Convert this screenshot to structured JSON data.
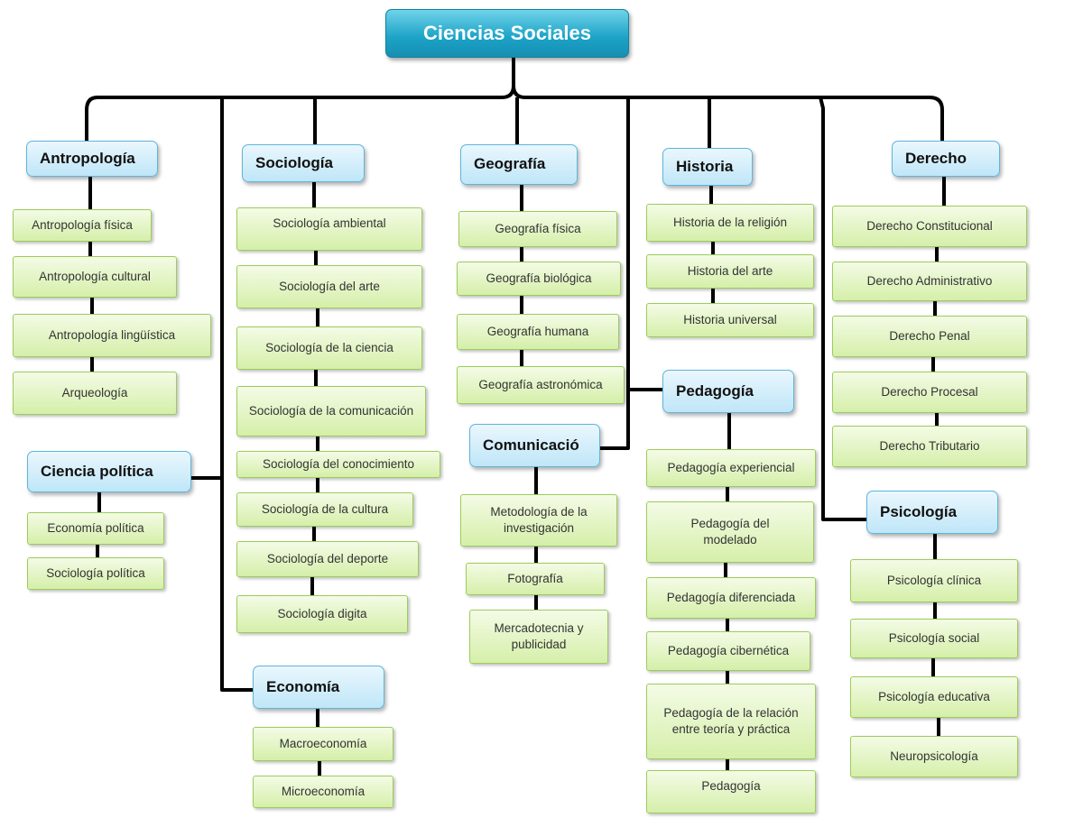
{
  "root": "Ciencias Sociales",
  "categories": {
    "antropologia": {
      "title": "Antropología",
      "items": [
        "Antropología física",
        "Antropología cultural",
        "Antropología lingüística",
        "Arqueología"
      ]
    },
    "ciencia_politica": {
      "title": "Ciencia política",
      "items": [
        "Economía política",
        "Sociología política"
      ]
    },
    "sociologia": {
      "title": "Sociología",
      "items": [
        "Sociología ambiental",
        "Sociología del arte",
        "Sociología de la ciencia",
        "Sociología de la comunicación",
        "Sociología del conocimiento",
        "Sociología de la cultura",
        "Sociología del deporte",
        "Sociología digita"
      ]
    },
    "economia": {
      "title": "Economía",
      "items": [
        "Macroeconomía",
        "Microeconomía"
      ]
    },
    "geografia": {
      "title": "Geografía",
      "items": [
        "Geografía física",
        "Geografía biológica",
        "Geografía humana",
        "Geografía astronómica"
      ]
    },
    "comunicacion": {
      "title": "Comunicació",
      "items": [
        "Metodología de la investigación",
        "Fotografía",
        "Mercadotecnia y publicidad"
      ]
    },
    "historia": {
      "title": "Historia",
      "items": [
        "Historia de la religión",
        "Historia del arte",
        "Historia universal"
      ]
    },
    "pedagogia": {
      "title": "Pedagogía",
      "items": [
        "Pedagogía experiencial",
        "Pedagogía del modelado",
        "Pedagogía diferenciada",
        "Pedagogía cibernética",
        "Pedagogía de la relación entre teoría y práctica",
        "Pedagogía"
      ]
    },
    "derecho": {
      "title": "Derecho",
      "items": [
        "Derecho Constitucional",
        "Derecho Administrativo",
        "Derecho Penal",
        "Derecho Procesal",
        "Derecho Tributario"
      ]
    },
    "psicologia": {
      "title": "Psicología",
      "items": [
        "Psicología clínica",
        "Psicología social",
        "Psicología educativa",
        "Neuropsicología"
      ]
    }
  }
}
